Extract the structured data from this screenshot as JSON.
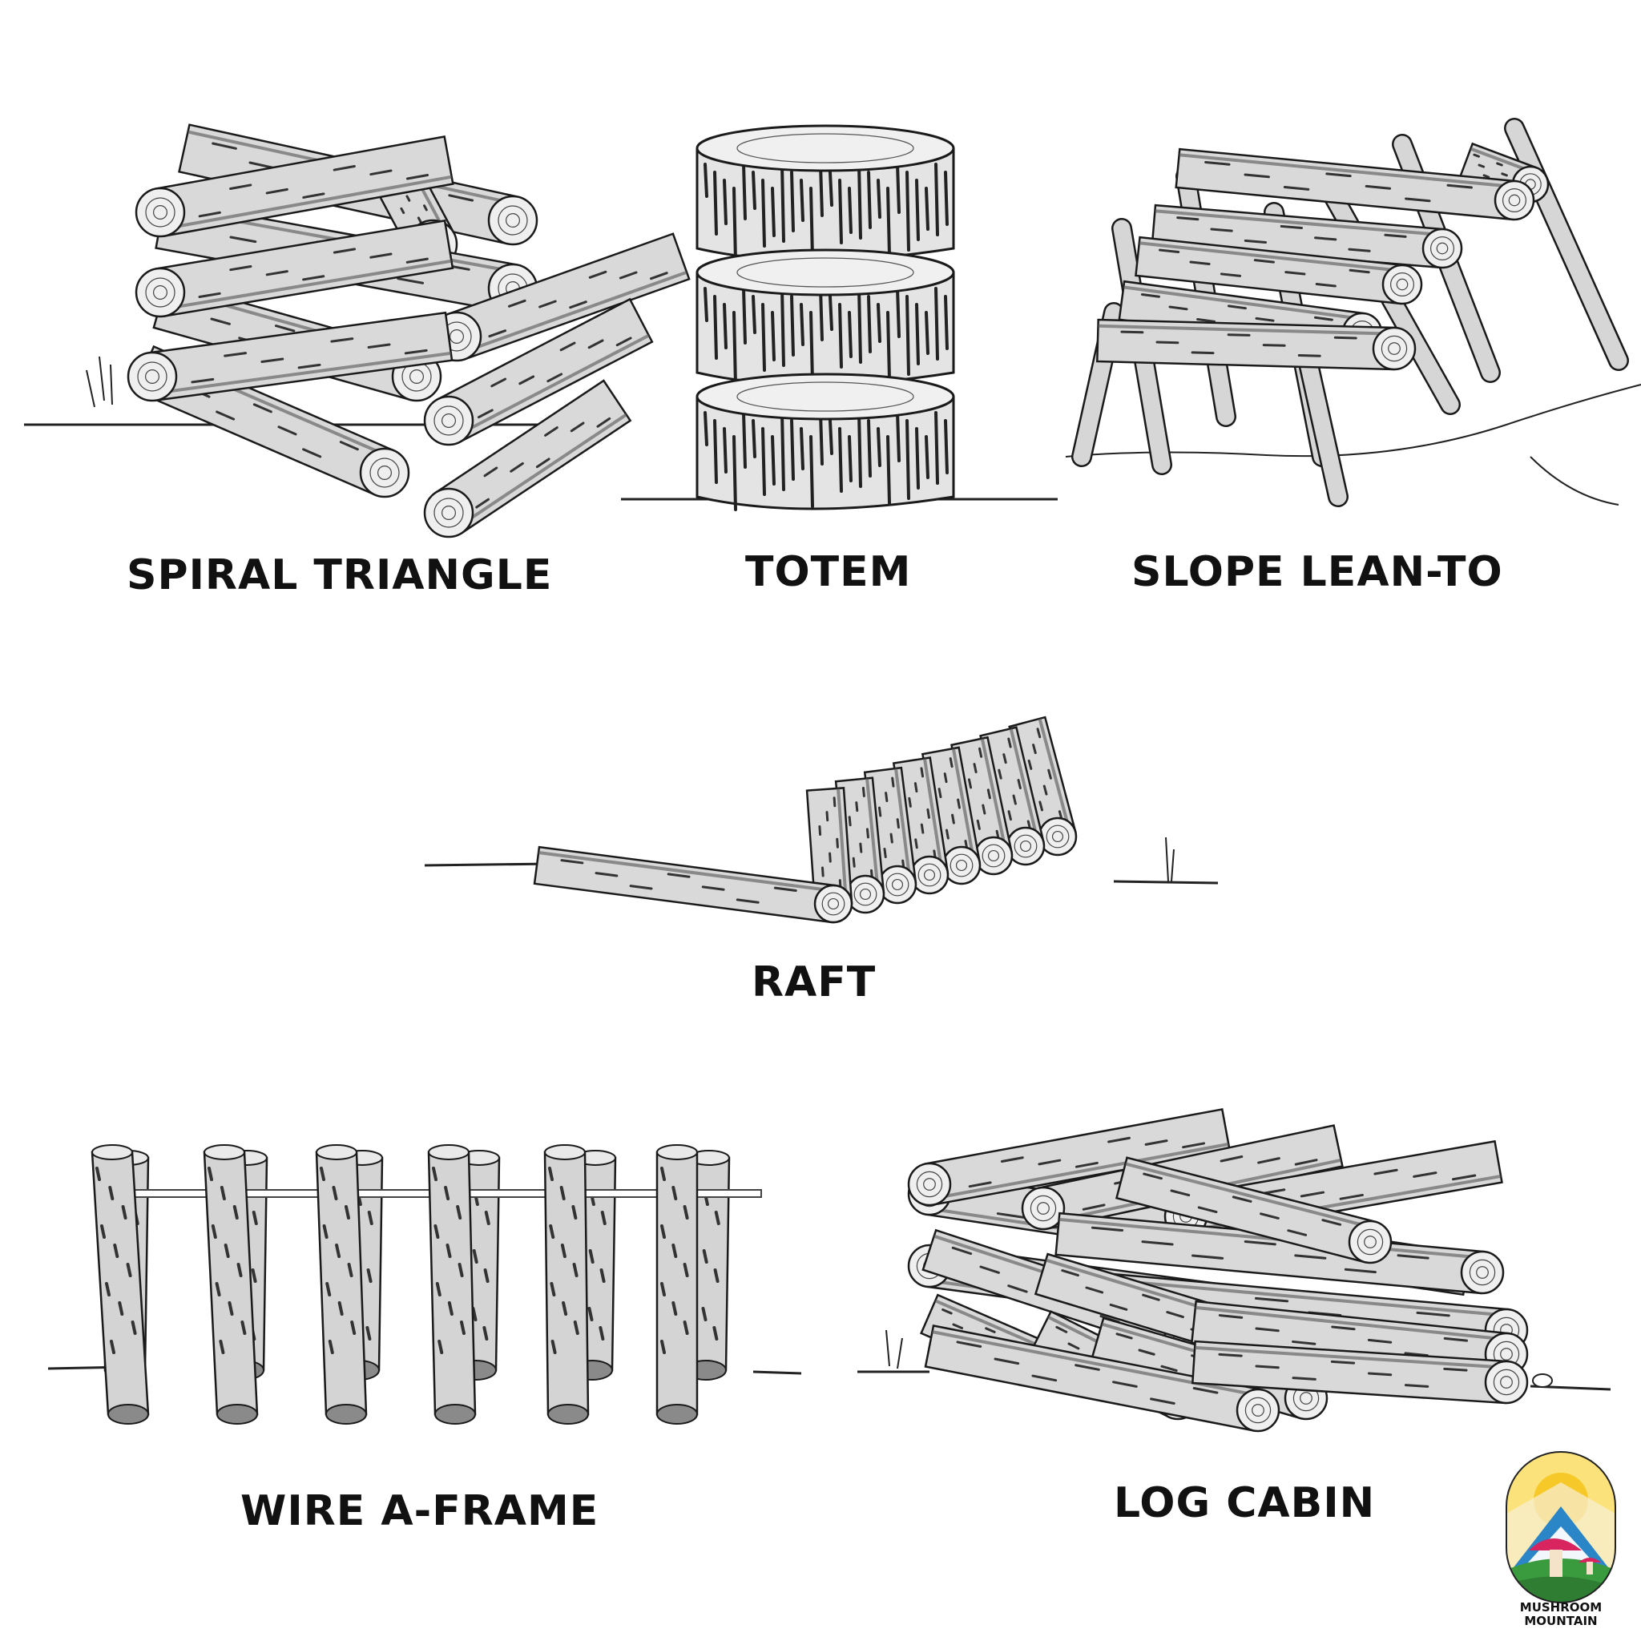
{
  "diagram": {
    "items": [
      {
        "id": "spiral-triangle",
        "label": "SPIRAL TRIANGLE"
      },
      {
        "id": "totem",
        "label": "TOTEM"
      },
      {
        "id": "slope-lean-to",
        "label": "SLOPE LEAN-TO"
      },
      {
        "id": "raft",
        "label": "RAFT"
      },
      {
        "id": "wire-a-frame",
        "label": "WIRE A-FRAME"
      },
      {
        "id": "log-cabin",
        "label": "LOG CABIN"
      }
    ]
  },
  "logo": {
    "line1": "MUSHROOM",
    "line2": "MOUNTAIN",
    "colors": {
      "sky": "#f7c928",
      "mountain": "#2a86c7",
      "cap": "#d8245f",
      "hill": "#3a9a3e"
    }
  }
}
